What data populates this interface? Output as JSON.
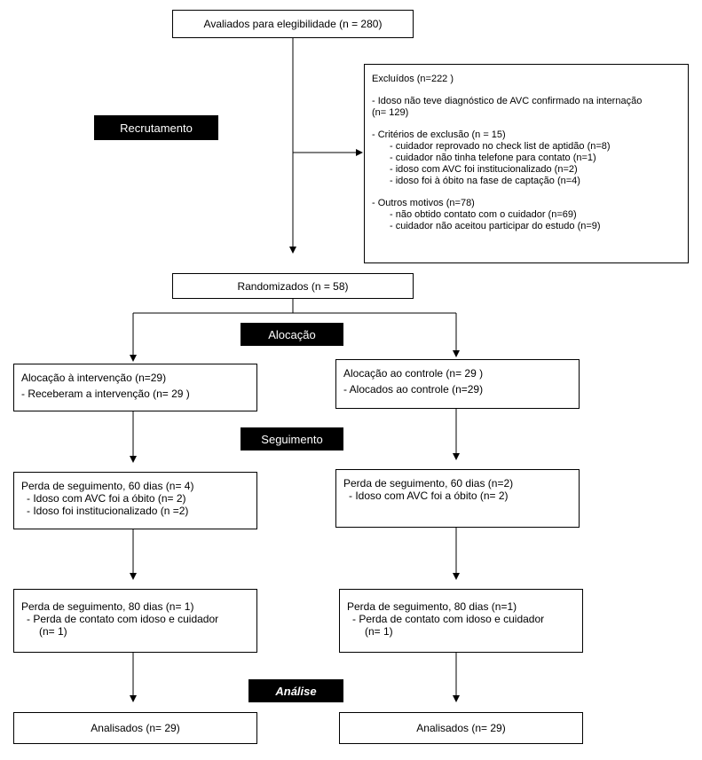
{
  "eligibility": "Avaliados para elegibilidade (n = 280)",
  "labels": {
    "recruitment": "Recrutamento",
    "allocation": "Alocação",
    "followup": "Seguimento",
    "analysis": "Análise"
  },
  "excluded": {
    "title": "Excluídos  (n=222 )",
    "no_diagnosis": "- Idoso não teve diagnóstico de AVC confirmado na internação",
    "no_diagnosis_n": "(n= 129)",
    "criteria": "- Critérios de exclusão (n = 15)",
    "criteria_items": [
      "- cuidador reprovado no check list de aptidão (n=8)",
      "- cuidador não tinha telefone para contato (n=1)",
      "- idoso com AVC foi institucionalizado (n=2)",
      "- idoso foi à óbito na fase de captação (n=4)"
    ],
    "other": "- Outros motivos (n=78)",
    "other_items": [
      "- não obtido contato com o cuidador (n=69)",
      "- cuidador não aceitou participar do estudo (n=9)"
    ]
  },
  "randomized": "Randomizados (n = 58)",
  "left": {
    "allocation": [
      "Alocação à intervenção (n=29)",
      "- Receberam a intervenção (n= 29 )"
    ],
    "loss60": [
      "Perda de seguimento, 60 dias (n= 4)",
      "-   Idoso com AVC foi a óbito (n= 2)",
      "-   Idoso foi institucionalizado (n =2)"
    ],
    "loss80": [
      "Perda de seguimento, 80 dias (n= 1)",
      "-   Perda de contato com idoso e cuidador",
      "(n= 1)"
    ],
    "analyzed": "Analisados (n= 29)"
  },
  "right": {
    "allocation": [
      "Alocação ao controle (n= 29 )",
      "- Alocados ao controle (n=29)"
    ],
    "loss60": [
      "Perda de seguimento, 60 dias (n=2)",
      "-   Idoso com AVC foi a óbito  (n= 2)"
    ],
    "loss80": [
      "Perda de seguimento, 80 dias (n=1)",
      "-   Perda de contato com idoso e cuidador",
      "(n= 1)"
    ],
    "analyzed": "Analisados (n= 29)"
  }
}
